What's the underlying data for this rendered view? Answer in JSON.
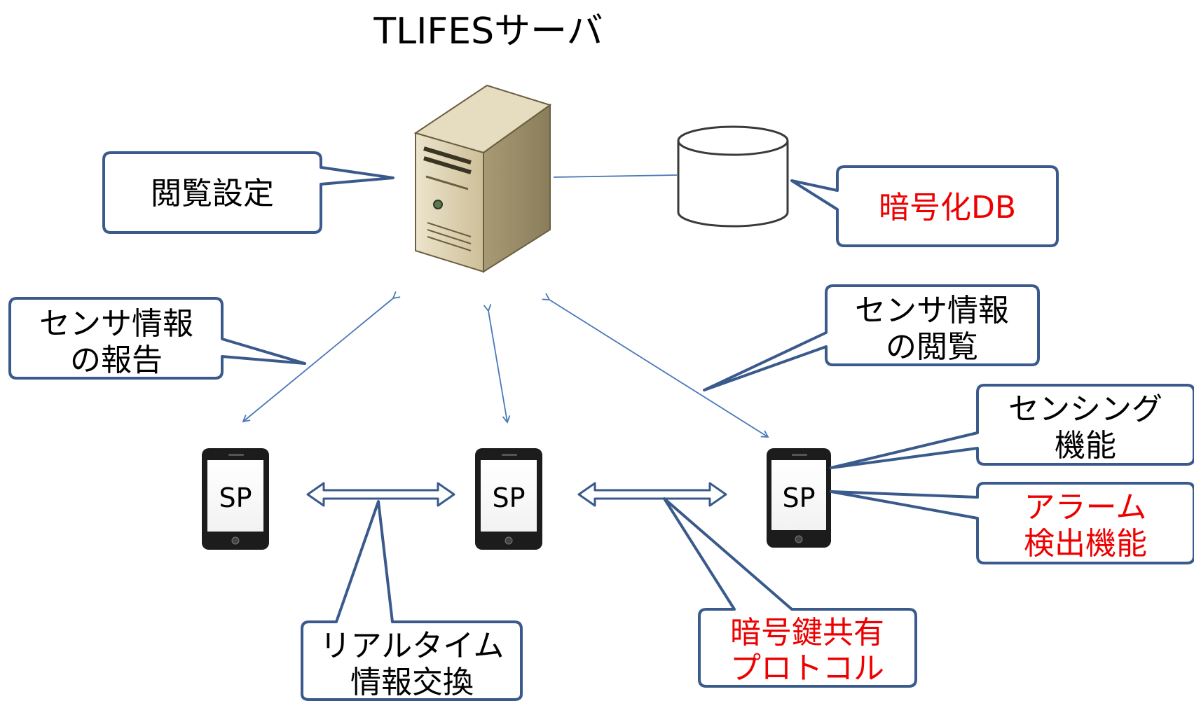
{
  "title": "TLIFESサーバ",
  "callouts": {
    "browse_settings": "閲覧設定",
    "encrypted_db": "暗号化DB",
    "sensor_report": [
      "センサ情報",
      "の報告"
    ],
    "sensor_view": [
      "センサ情報",
      "の閲覧"
    ],
    "sensing": [
      "センシング",
      "機能"
    ],
    "alarm": [
      "アラーム",
      "検出機能"
    ],
    "realtime": [
      "リアルタイム",
      "情報交換"
    ],
    "key_sharing": [
      "暗号鍵共有",
      "プロトコル"
    ]
  },
  "phones": [
    "SP",
    "SP",
    "SP"
  ],
  "colors": {
    "callout_border": "#3a5a8c",
    "arrow": "#4a78b8",
    "highlight_text": "#ee0000",
    "server_body": "#d9ceb0"
  },
  "icons": [
    "server-icon",
    "database-icon",
    "smartphone-icon"
  ]
}
